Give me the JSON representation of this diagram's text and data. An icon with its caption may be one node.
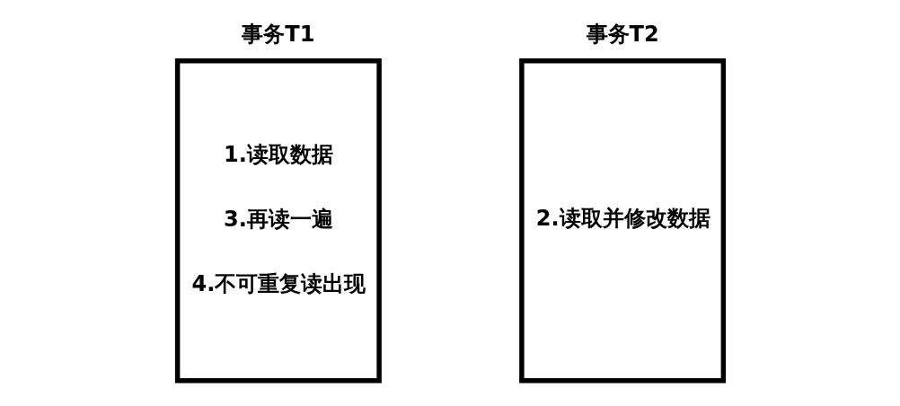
{
  "diagram": {
    "nodes": [
      {
        "text": [
          "事务T1",
          "1.读取数据",
          "3.再读一遍",
          "4.不可重复读出现"
        ]
      },
      {
        "text": [
          "事务T2",
          "2.读取并修改数据"
        ]
      }
    ],
    "edges": []
  }
}
